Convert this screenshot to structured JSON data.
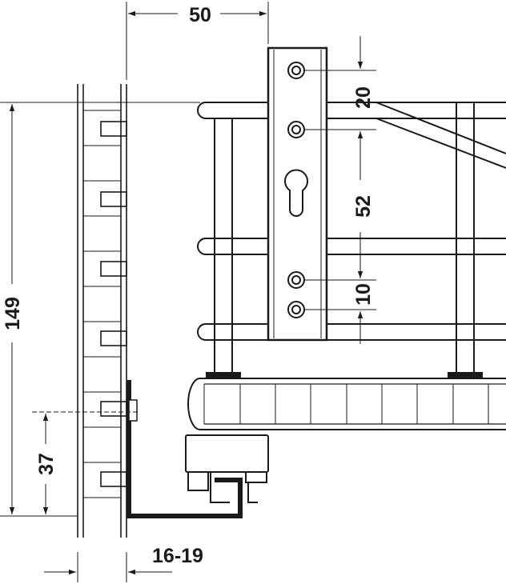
{
  "dimensions": {
    "width_top": "50",
    "screw_spacing_top": "20",
    "screw_spacing_middle": "52",
    "screw_spacing_bottom": "10",
    "total_height": "149",
    "bracket_height": "37",
    "panel_thickness": "16-19"
  },
  "colors": {
    "line": "#1a1a1a",
    "background": "#ffffff"
  }
}
